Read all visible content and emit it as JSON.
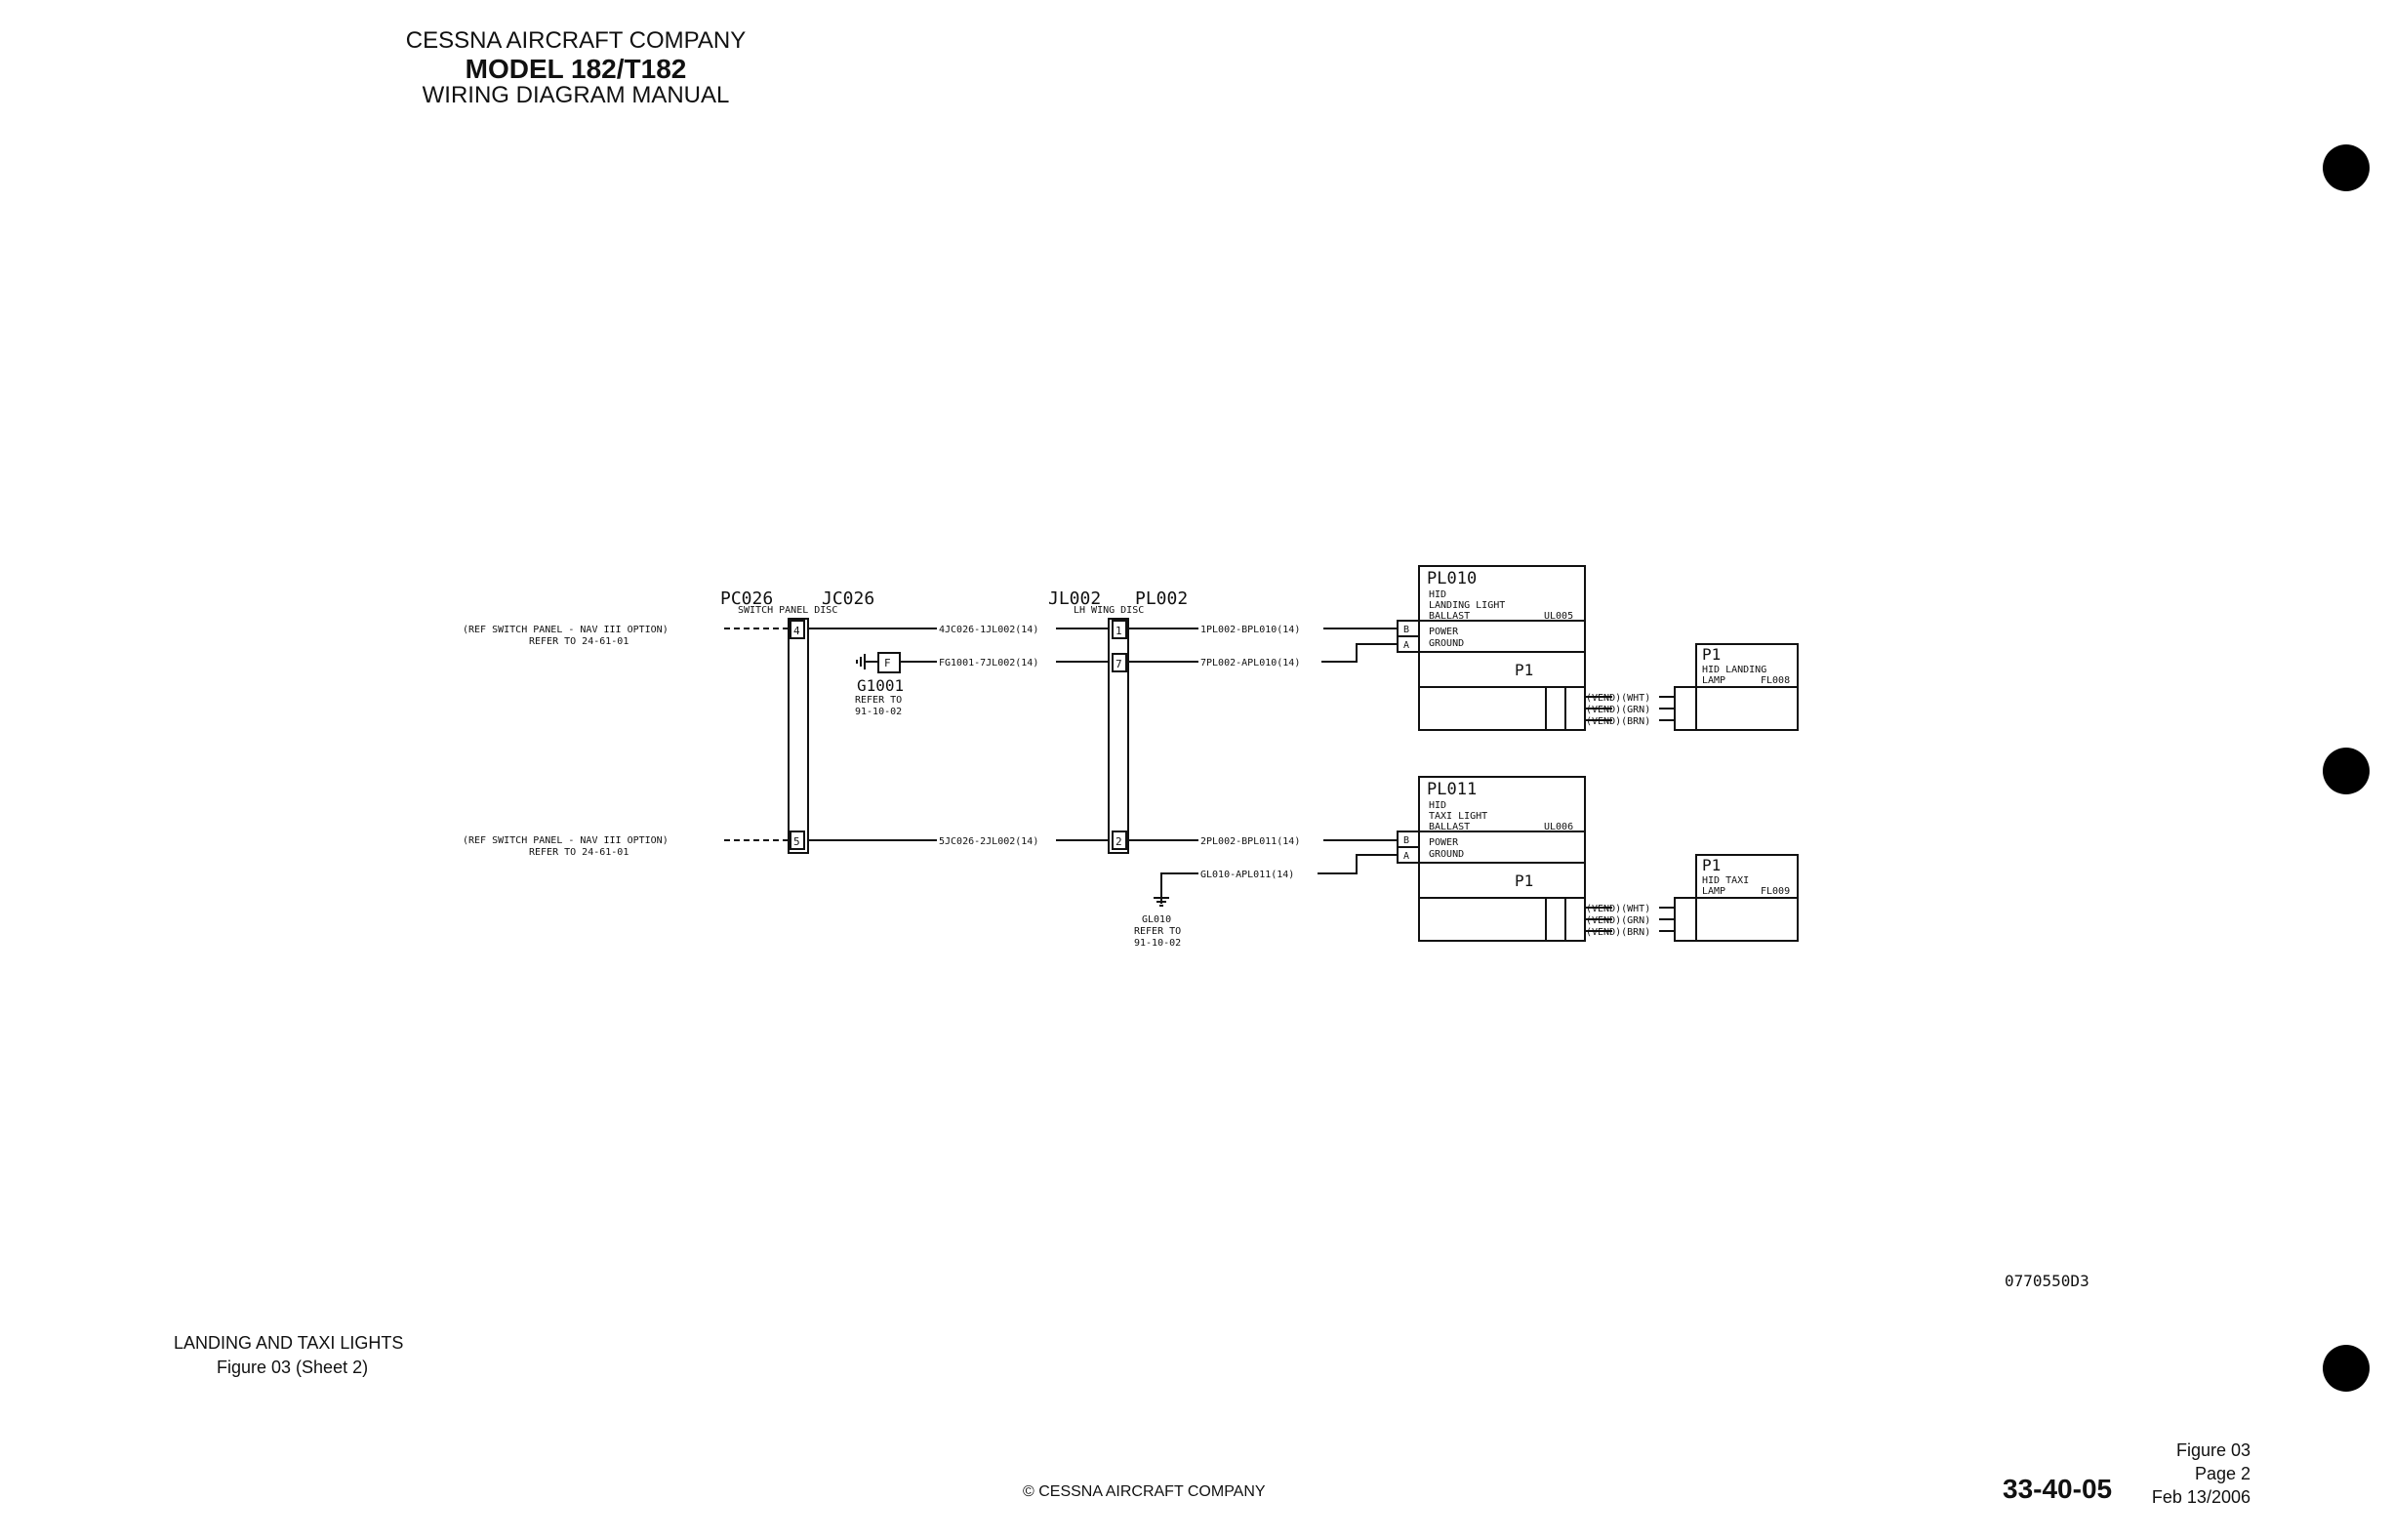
{
  "header": {
    "company": "CESSNA AIRCRAFT COMPANY",
    "model": "MODEL 182/T182",
    "manual": "WIRING DIAGRAM MANUAL"
  },
  "diagram": {
    "ref_switch_1": "(REF SWITCH PANEL - NAV III OPTION)",
    "ref_switch_1b": "REFER TO 24-61-01",
    "ref_switch_2": "(REF SWITCH PANEL - NAV III OPTION)",
    "ref_switch_2b": "REFER TO 24-61-01",
    "pc026": "PC026",
    "jc026": "JC026",
    "switch_panel_disc": "SWITCH PANEL DISC",
    "jl002": "JL002",
    "pl002": "PL002",
    "lh_wing_disc": "LH WING DISC",
    "pin_4": "4",
    "pin_5": "5",
    "pin_1": "1",
    "pin_7": "7",
    "pin_2": "2",
    "wire_1": "4JC026-1JL002(14)",
    "wire_2": "FG1001-7JL002(14)",
    "wire_3": "5JC026-2JL002(14)",
    "wire_4": "1PL002-BPL010(14)",
    "wire_5": "7PL002-APL010(14)",
    "wire_6": "2PL002-BPL011(14)",
    "wire_7": "GL010-APL011(14)",
    "g1001": "G1001",
    "g1001_ref1": "REFER TO",
    "g1001_ref2": "91-10-02",
    "f_label": "F",
    "gl010": "GL010",
    "gl010_ref1": "REFER TO",
    "gl010_ref2": "91-10-02",
    "pl010": "PL010",
    "pl010_d1": "HID",
    "pl010_d2": "LANDING LIGHT",
    "pl010_d3": "BALLAST",
    "pl010_ul": "UL005",
    "pl011": "PL011",
    "pl011_d1": "HID",
    "pl011_d2": "TAXI LIGHT",
    "pl011_d3": "BALLAST",
    "pl011_ul": "UL006",
    "pin_b": "B",
    "pin_a": "A",
    "power": "POWER",
    "ground": "GROUND",
    "p1": "P1",
    "vend_wht": "(VEND)(WHT)",
    "vend_grn": "(VEND)(GRN)",
    "vend_brn": "(VEND)(BRN)",
    "lamp1_p1": "P1",
    "lamp1_d1": "HID LANDING",
    "lamp1_d2": "LAMP",
    "lamp1_fl": "FL008",
    "lamp2_p1": "P1",
    "lamp2_d1": "HID TAXI",
    "lamp2_d2": "LAMP",
    "lamp2_fl": "FL009",
    "drawing_no": "0770550D3"
  },
  "caption": {
    "title": "LANDING AND TAXI LIGHTS",
    "figure": "Figure 03 (Sheet 2)"
  },
  "footer": {
    "copyright": "© CESSNA AIRCRAFT COMPANY",
    "section": "33-40-05",
    "figure": "Figure 03",
    "page": "Page 2",
    "date": "Feb 13/2006"
  }
}
